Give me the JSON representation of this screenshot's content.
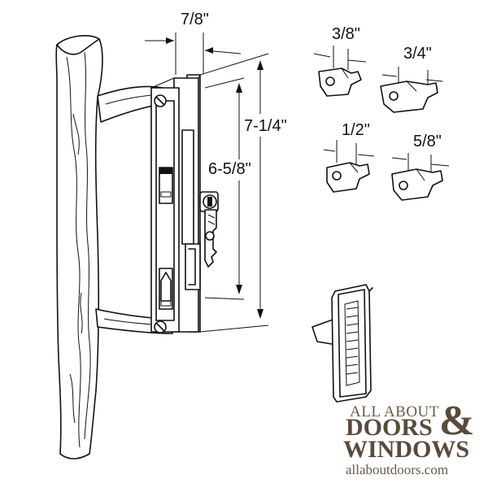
{
  "dimensions": {
    "width_label": "7/8\"",
    "height_outer_label": "7-1/4\"",
    "height_inner_label": "6-5/8\""
  },
  "keepers": [
    {
      "label": "3/8\""
    },
    {
      "label": "3/4\""
    },
    {
      "label": "1/2\""
    },
    {
      "label": "5/8\""
    }
  ],
  "logo": {
    "line1": "ALL ABOUT",
    "line2": "DOORS",
    "amp": "&",
    "line3": "WINDOWS",
    "url": "allaboutdoors.com"
  },
  "colors": {
    "line": "#111111",
    "logo_text": "#5a4a3a"
  }
}
